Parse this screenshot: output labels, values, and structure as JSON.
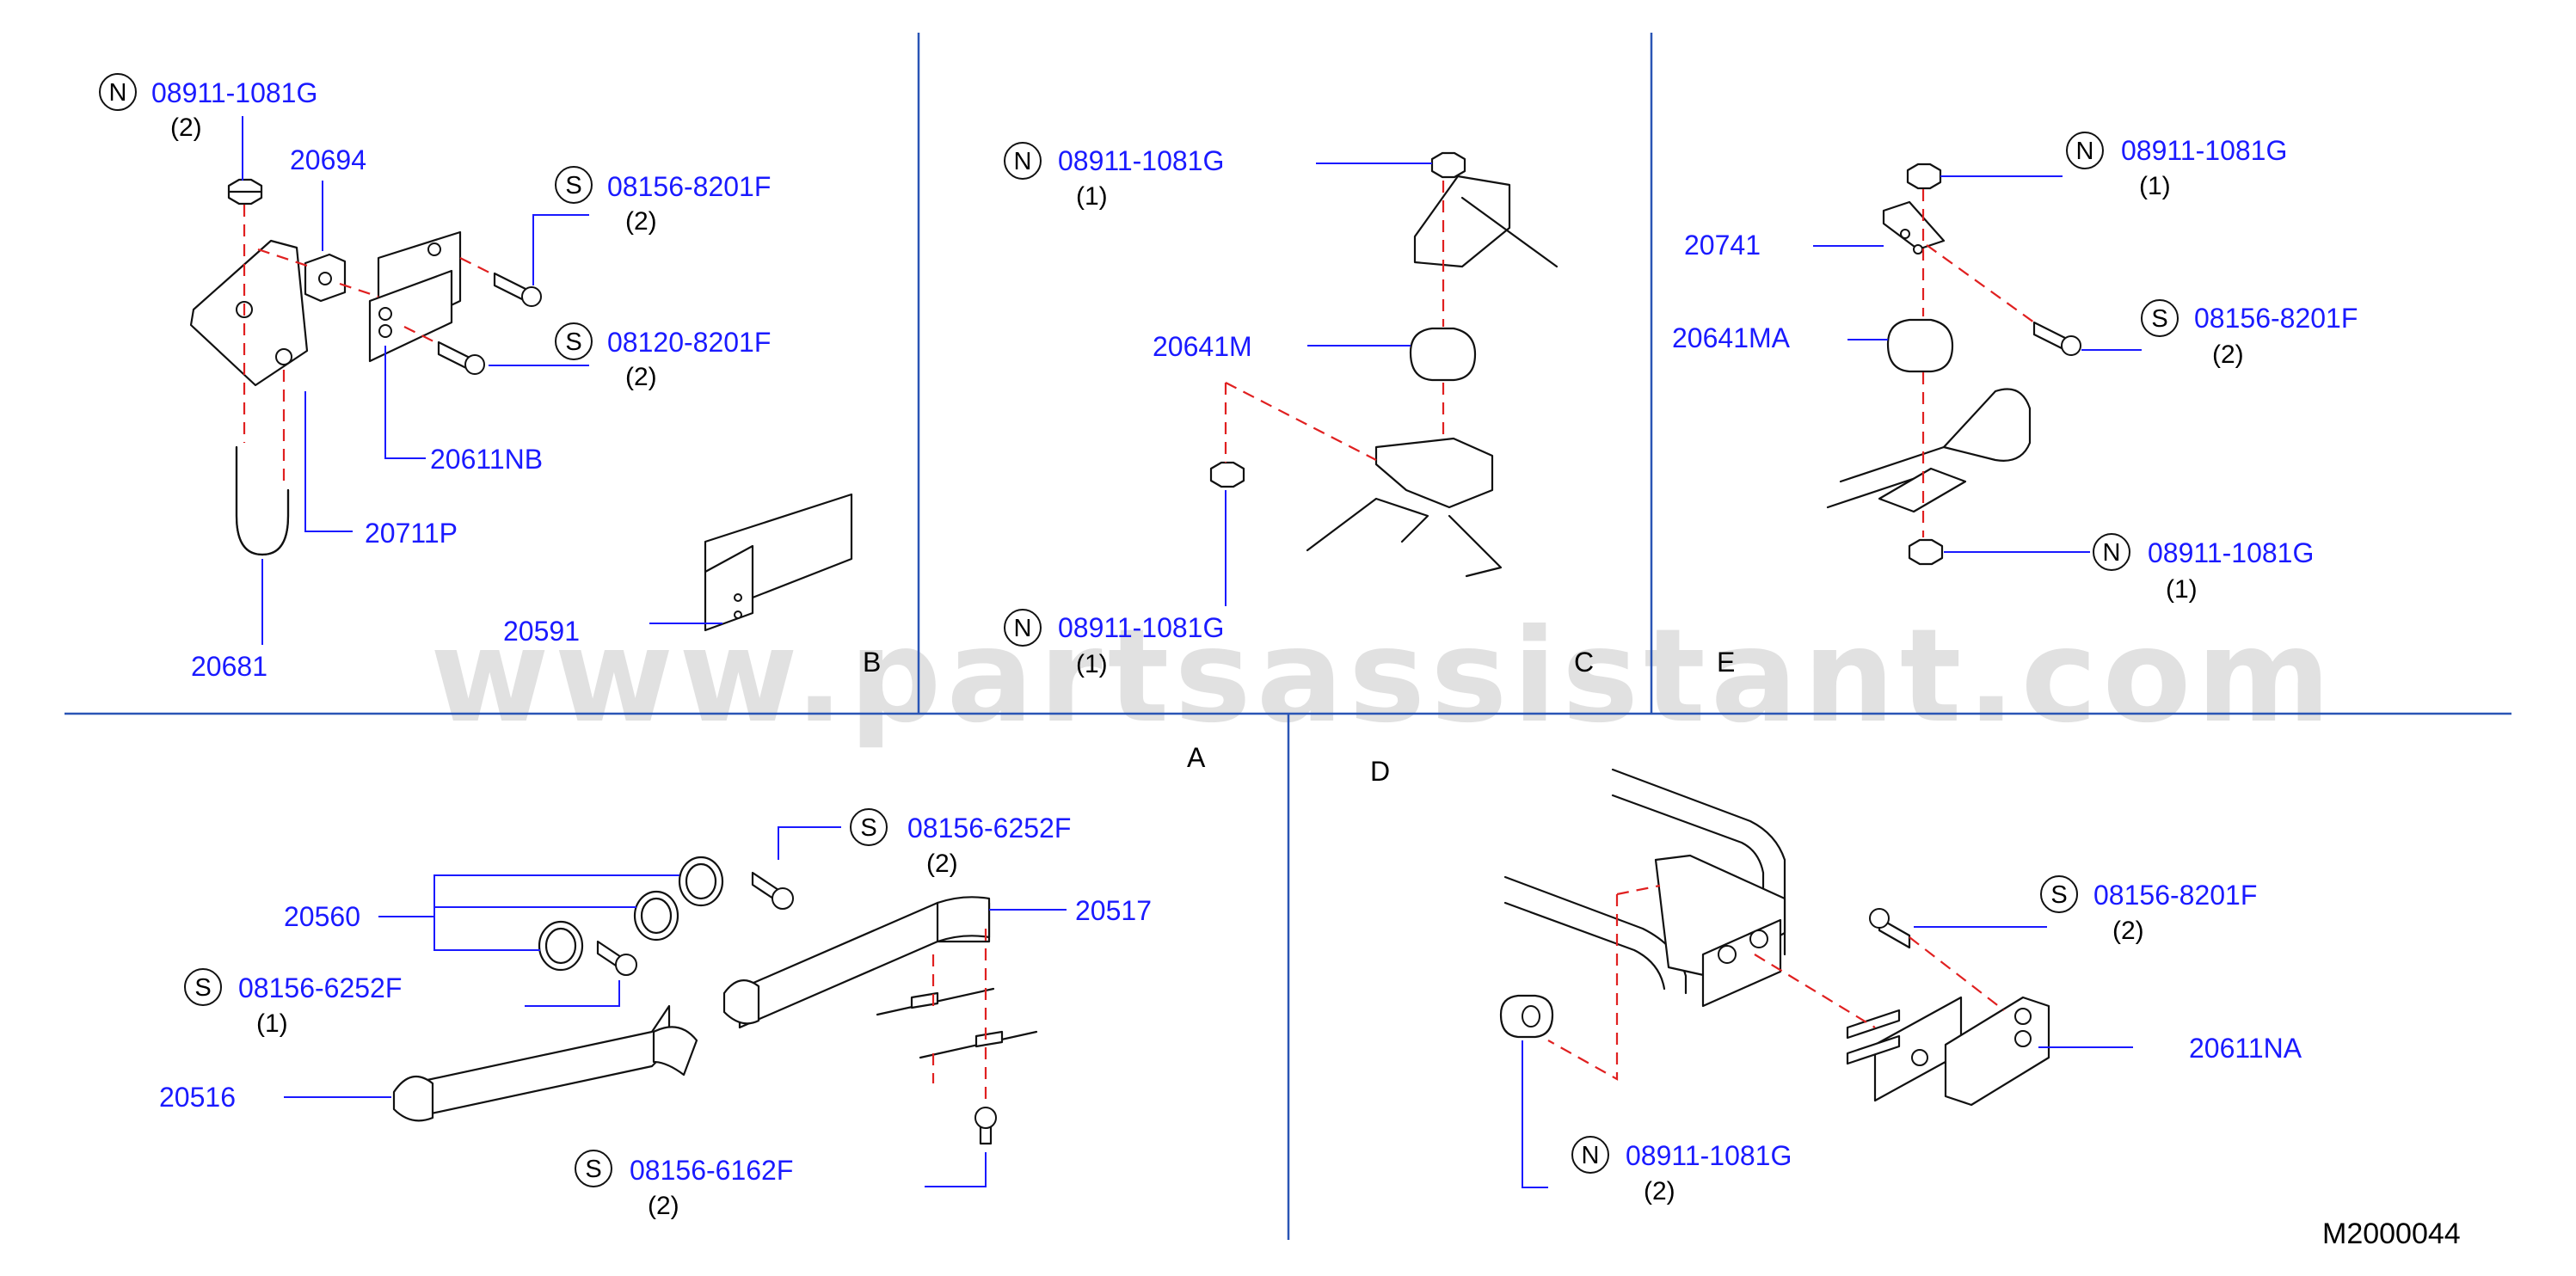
{
  "watermark": "www.partsassistant.com",
  "diagram_code": "M2000044",
  "section_letters": {
    "a": "A",
    "b": "B",
    "c": "C",
    "d": "D",
    "e": "E"
  },
  "symbols": {
    "nut": "N",
    "screw": "S"
  },
  "callouts": {
    "b_nut_top": {
      "part": "08911-1081G",
      "qty": "(2)"
    },
    "b_bracket": {
      "part": "20694"
    },
    "b_screw_top": {
      "part": "08156-8201F",
      "qty": "(2)"
    },
    "b_screw_mid": {
      "part": "08120-8201F",
      "qty": "(2)"
    },
    "b_mount": {
      "part": "20611NB"
    },
    "b_clamp": {
      "part": "20711P"
    },
    "b_ubolt": {
      "part": "20681"
    },
    "b_shield": {
      "part": "20591"
    },
    "c_nut_top": {
      "part": "08911-1081G",
      "qty": "(1)"
    },
    "c_insulator": {
      "part": "20641M"
    },
    "c_nut_bottom": {
      "part": "08911-1081G",
      "qty": "(1)"
    },
    "e_nut_top": {
      "part": "08911-1081G",
      "qty": "(1)"
    },
    "e_bracket": {
      "part": "20741"
    },
    "e_insulator": {
      "part": "20641MA"
    },
    "e_screw": {
      "part": "08156-8201F",
      "qty": "(2)"
    },
    "e_nut_bottom": {
      "part": "08911-1081G",
      "qty": "(1)"
    },
    "a_clamp": {
      "part": "20560"
    },
    "a_screw_top": {
      "part": "08156-6252F",
      "qty": "(2)"
    },
    "a_screw_left": {
      "part": "08156-6252F",
      "qty": "(1)"
    },
    "a_cover_right": {
      "part": "20517"
    },
    "a_cover_left": {
      "part": "20516"
    },
    "a_screw_bottom": {
      "part": "08156-6162F",
      "qty": "(2)"
    },
    "d_screw": {
      "part": "08156-8201F",
      "qty": "(2)"
    },
    "d_mount": {
      "part": "20611NA"
    },
    "d_nut": {
      "part": "08911-1081G",
      "qty": "(2)"
    }
  },
  "colors": {
    "label": "#1a1aff",
    "divider": "#2a55b5",
    "dash": "#e02020",
    "watermark": "#c9c9c9"
  }
}
